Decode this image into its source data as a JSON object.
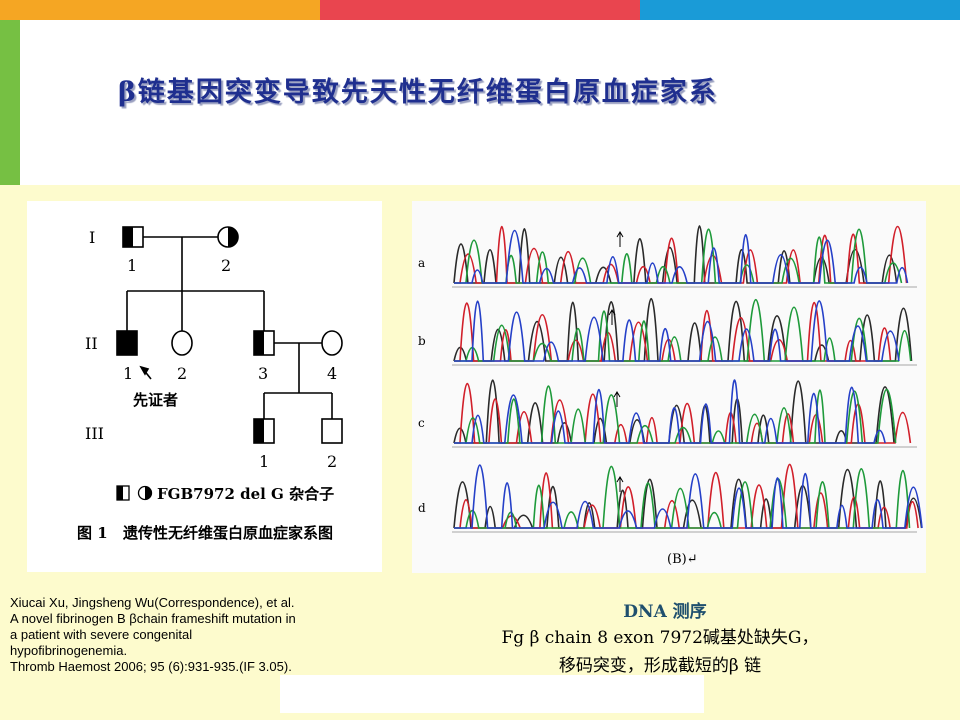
{
  "slide": {
    "title": "β链基因突变导致先天性无纤维蛋白原血症家系",
    "colors": {
      "background": "#fdfbcd",
      "title": "#1f2f8f",
      "bar_orange": "#f5a623",
      "bar_red": "#e9454f",
      "bar_blue": "#1a9bd7",
      "side_green": "#76c043"
    }
  },
  "pedigree": {
    "generations": [
      "I",
      "II",
      "III"
    ],
    "gen1": [
      "1",
      "2"
    ],
    "gen2": [
      "1",
      "2",
      "3",
      "4"
    ],
    "gen3": [
      "1",
      "2"
    ],
    "proband_label": "先证者",
    "legend_text": "FGB7972 del G 杂合子",
    "caption_num": "图 1",
    "caption_text": "遗传性无纤维蛋白原血症家系图"
  },
  "chromatogram": {
    "rows": [
      "a",
      "b",
      "c",
      "d"
    ],
    "panel_label": "(B)↵",
    "trace_colors": [
      "#2a2a2a",
      "#d11f2a",
      "#1e9a3a",
      "#2540c8"
    ]
  },
  "citation": {
    "line1": "Xiucai Xu, Jingsheng Wu(Correspondence), et al.",
    "line2": "A novel fibrinogen B βchain frameshift mutation in",
    "line3": "a patient  with severe congenital",
    "line4": "hypofibrinogenemia.",
    "line5": "Thromb Haemost 2006; 95 (6):931-935.(IF 3.05)."
  },
  "dna": {
    "title": "DNA 测序",
    "line1": "Fg β chain 8 exon  7972碱基处缺失G，",
    "line2": "移码突变，形成截短的β 链"
  }
}
